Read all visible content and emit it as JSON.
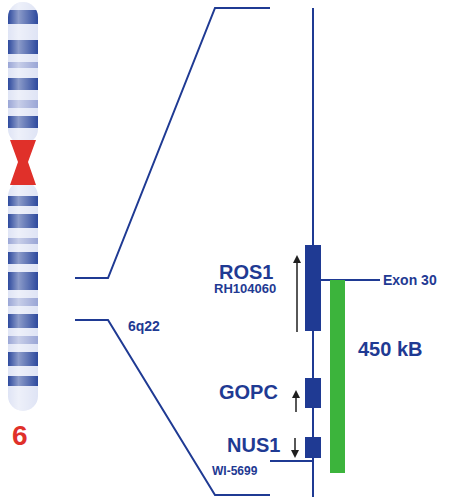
{
  "diagram": {
    "nodes": [
      {
        "text": [
          "ROS1"
        ]
      },
      {
        "text": [
          "GOPC"
        ]
      },
      {
        "text": [
          "NUS1"
        ]
      }
    ],
    "labels": [
      "6",
      "6q22",
      "RH104060",
      "Exon 30",
      "450 kB",
      "WI-5699"
    ]
  }
}
